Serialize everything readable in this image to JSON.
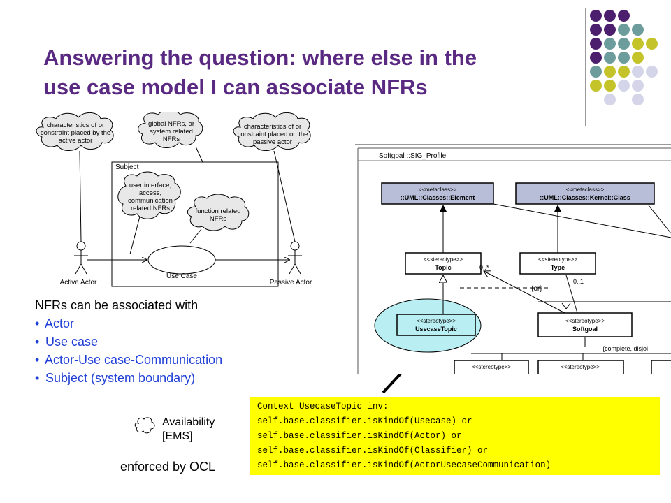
{
  "slide": {
    "title_line1": "Answering the question: where else in the",
    "title_line2": "use case model  I can associate NFRs"
  },
  "accent_colors": {
    "title": "#5a2a82",
    "dot_purple": "#4b1f6e",
    "dot_teal": "#6c9c9c",
    "dot_olive": "#c4c42a",
    "dot_lavender": "#d5d5ea",
    "bullet_blue": "#1f3fd6",
    "ocl_background": "#ffff00"
  },
  "usecase_diagram": {
    "cloud_active": [
      "characteristics of or",
      "constraint placed by the",
      "active actor"
    ],
    "cloud_global": [
      "global NFRs, or",
      "system related",
      "NFRs"
    ],
    "cloud_passive": [
      "characteristics of or",
      "constraint placed on the",
      "passive actor"
    ],
    "cloud_ui": [
      "user interface,",
      "access,",
      "communication",
      "related NFRs"
    ],
    "cloud_function": [
      "function related",
      "NFRs"
    ],
    "subject_label": "Subject",
    "usecase_label": "Use Case",
    "active_actor": "Active Actor",
    "passive_actor": "Passive Actor"
  },
  "nfr_list": {
    "heading": "NFRs can be associated with",
    "items": [
      "Actor",
      "Use case",
      "Actor-Use case-Communication",
      "Subject (system boundary)"
    ]
  },
  "legend": {
    "label1": "Availability",
    "label2": "[EMS]"
  },
  "enforced_label": "enforced by OCL",
  "ocl": {
    "lines": [
      "Context UsecaseTopic inv:",
      "self.base.classifier.isKindOf(Usecase) or",
      "self.base.classifier.isKindOf(Actor) or",
      "self.base.classifier.isKindOf(Classifier) or",
      "self.base.classifier.isKindOf(ActorUsecaseCommunication)"
    ]
  },
  "profile_diagram": {
    "frame_label": "Softgoal ::SIG_Profile",
    "element_stereo": "<<metaclass>>",
    "element_name": "::UML::Classes::Element",
    "kernel_stereo": "<<metaclass>>",
    "kernel_name": "::UML::Classes::Kernel::Class",
    "topic_stereo": "<<stereotype>>",
    "topic_name": "Topic",
    "type_stereo": "<<stereotype>>",
    "type_name": "Type",
    "usecasetopic_stereo": "<<stereotype>>",
    "usecasetopic_name": "UsecaseTopic",
    "softgoal_stereo": "<<stereotype>>",
    "softgoal_name": "Softgoal",
    "mult_topic": "0..*",
    "mult_type": "0..1",
    "or_label": "{or}",
    "constraint_label": "{complete, disjoi",
    "bottom1_stereo": "<<stereotype>>",
    "bottom2_stereo": "<<stereotype>>"
  }
}
